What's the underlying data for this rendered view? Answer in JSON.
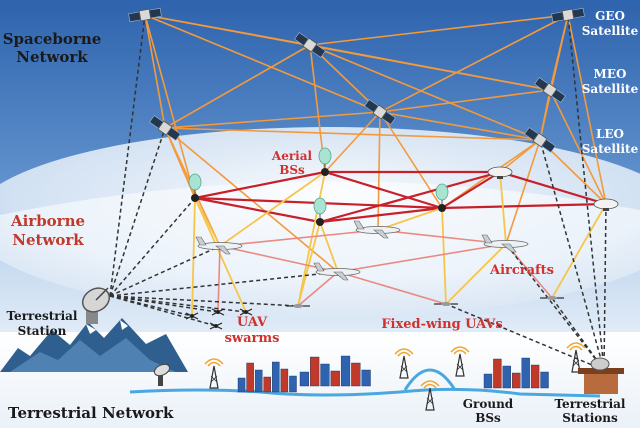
{
  "layers": {
    "spaceborne": "Spaceborne Network",
    "airborne": "Airborne Network",
    "terrestrial": "Terrestrial Network"
  },
  "orbits": {
    "geo": "GEO Satellite",
    "meo": "MEO Satellite",
    "leo": "LEO Satellite"
  },
  "nodes": {
    "aerial_bss": "Aerial BSs",
    "aircrafts": "Aircrafts",
    "fixed_wing_uavs": "Fixed-wing UAVs",
    "uav_swarms": "UAV swarms",
    "terrestrial_station": "Terrestrial Station",
    "ground_bss": "Ground BSs",
    "terrestrial_stations": "Terrestrial Stations"
  },
  "colors": {
    "space_link": "#f39a3c",
    "aerial_link": "#c8202a",
    "air_link": "#f6c64a",
    "aircraft_link": "#e98a80",
    "ground_link": "#333333",
    "space_label": "#1a1a1a",
    "air_label": "#c0392b",
    "orbit_label": "#ffffff",
    "node_label_red": "#d0312d",
    "sky_top": "#2c5ea8",
    "sky_bottom": "#ffffff"
  }
}
